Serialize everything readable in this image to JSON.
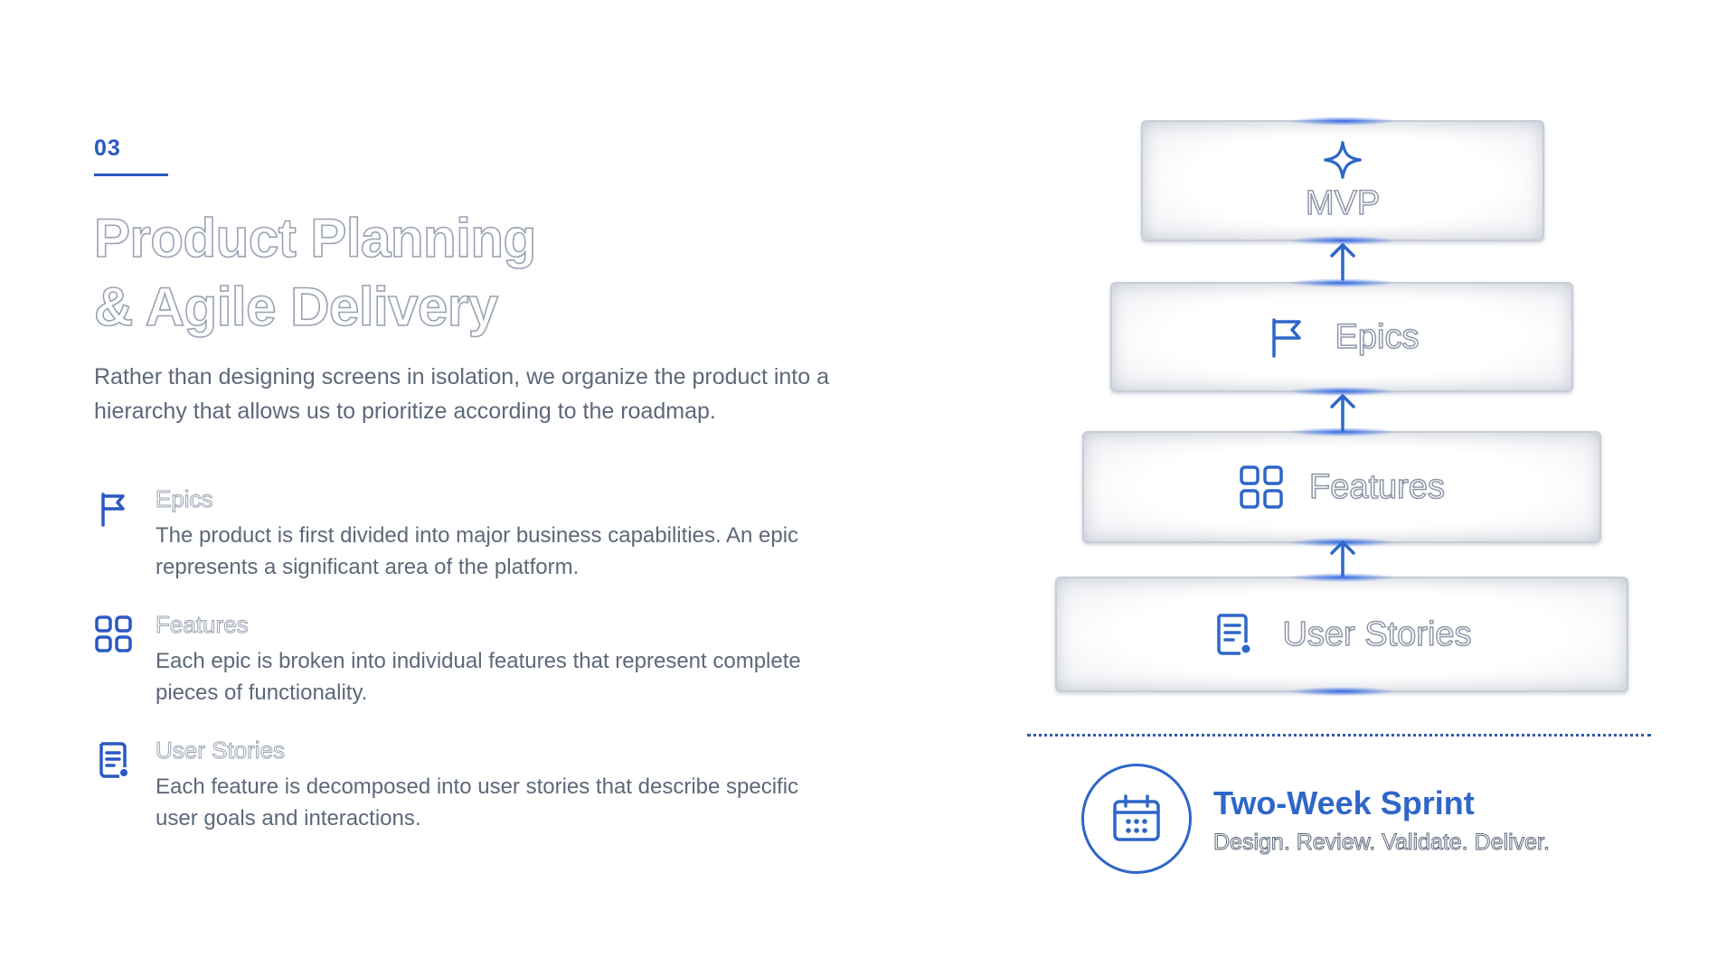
{
  "slide": {
    "number": "03",
    "title_line1": "Product Planning",
    "title_line2": "& Agile Delivery",
    "intro": "Rather than designing screens in isolation, we organize the product into a hierarchy that allows us to prioritize according to the roadmap."
  },
  "items": [
    {
      "icon": "flag-icon",
      "title": "Epics",
      "text": "The product is first divided into major business capabilities. An epic represents a significant area of the platform."
    },
    {
      "icon": "grid-icon",
      "title": "Features",
      "text": "Each epic is broken into individual features that represent complete pieces of functionality."
    },
    {
      "icon": "document-icon",
      "title": "User Stories",
      "text": "Each feature is decomposed into user stories that describe specific user goals and interactions."
    }
  ],
  "hierarchy": {
    "levels": [
      {
        "icon": "sparkle-icon",
        "label": "MVP"
      },
      {
        "icon": "flag-icon",
        "label": "Epics"
      },
      {
        "icon": "grid-icon",
        "label": "Features"
      },
      {
        "icon": "document-icon",
        "label": "User Stories"
      }
    ]
  },
  "sprint": {
    "icon": "calendar-icon",
    "title": "Two-Week Sprint",
    "subtitle": "Design. Review. Validate. Deliver."
  },
  "colors": {
    "accent": "#2e66c9",
    "text": "#5d6879",
    "outline": "#9aa3b2"
  }
}
